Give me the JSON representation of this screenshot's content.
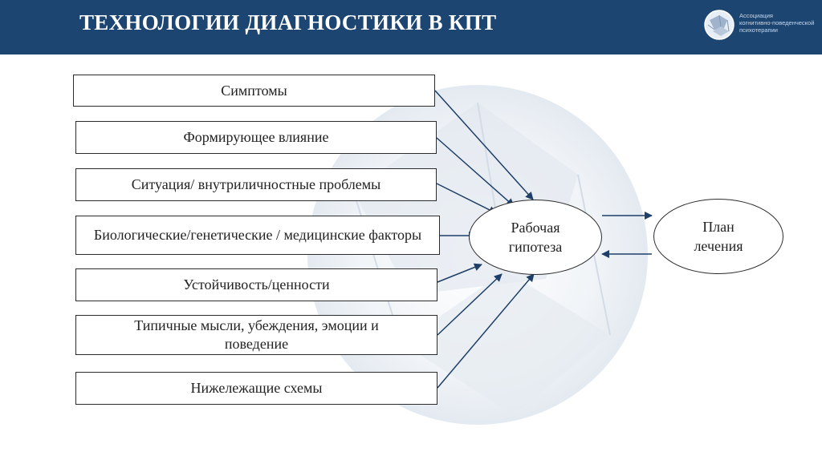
{
  "header": {
    "title": "ТЕХНОЛОГИИ ДИАГНОСТИКИ В КПТ",
    "logo": {
      "icon": "globe-logo-icon",
      "lines": [
        "Ассоциация",
        "когнитивно-поведенческой",
        "психотерапии"
      ]
    },
    "background_color": "#1d4571"
  },
  "diagram": {
    "factors": [
      "Симптомы",
      "Формирующее влияние",
      "Ситуация/ внутриличностные проблемы",
      "Биологические/генетические / медицинские факторы",
      "Устойчивость/ценности",
      "Типичные мысли, убеждения, эмоции и поведение",
      "Нижележащие схемы"
    ],
    "hypothesis": {
      "line1": "Рабочая",
      "line2": "гипотеза"
    },
    "treatment_plan": {
      "line1": "План",
      "line2": "лечения"
    },
    "arrow_color": "#1d3f68"
  }
}
